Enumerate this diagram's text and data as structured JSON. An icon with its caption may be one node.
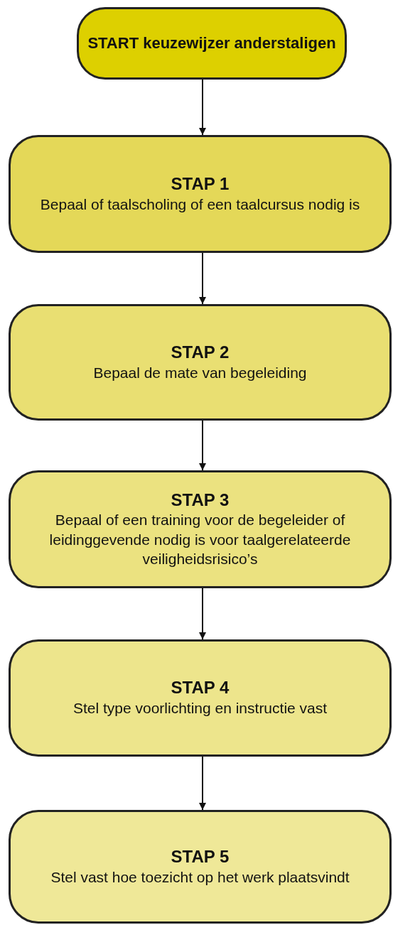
{
  "diagram": {
    "nodes": [
      {
        "text": [
          "START keuzewijzer anderstaligen"
        ]
      },
      {
        "text": [
          "STAP 1",
          "Bepaal of taalscholing of een taalcursus nodig is"
        ]
      },
      {
        "text": [
          "STAP 2",
          "Bepaal de mate van begeleiding"
        ]
      },
      {
        "text": [
          "STAP 3",
          "Bepaal of een training voor de begeleider of leidinggevende nodig is voor taalgerelateerde veiligheidsrisico’s"
        ]
      },
      {
        "text": [
          "STAP 4",
          "Stel type voorlichting en instructie vast"
        ]
      },
      {
        "text": [
          "STAP 5",
          "Stel vast hoe toezicht op het werk plaatsvindt"
        ]
      }
    ],
    "edges": [
      {
        "from": 0,
        "to": 1,
        "arrow": "to"
      },
      {
        "from": 1,
        "to": 2,
        "arrow": "to"
      },
      {
        "from": 2,
        "to": 3,
        "arrow": "to"
      },
      {
        "from": 3,
        "to": 4,
        "arrow": "to"
      },
      {
        "from": 4,
        "to": 5,
        "arrow": "to"
      }
    ]
  }
}
